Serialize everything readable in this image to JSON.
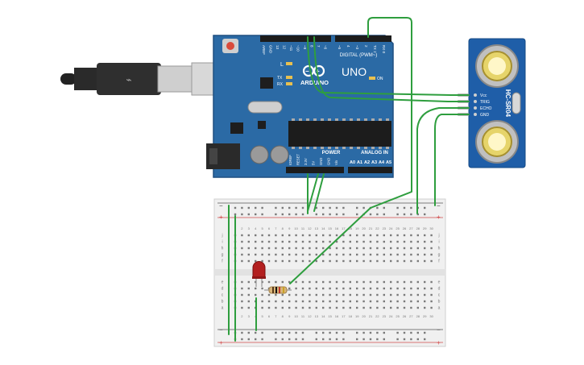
{
  "arduino": {
    "logo": "ARDUINO",
    "model": "UNO",
    "on_label": "ON",
    "l_label": "L",
    "tx_label": "TX",
    "rx_label": "RX",
    "digital_label": "DIGITAL (PWM~)",
    "power_label": "POWER",
    "analog_label": "ANALOG IN",
    "top_pins": [
      "AREF",
      "GND",
      "13",
      "12",
      "~11",
      "~10",
      "~9",
      "8",
      "7",
      "~6",
      "~5",
      "4",
      "~3",
      "2",
      "TX 1",
      "RX 0"
    ],
    "power_pins": [
      "IOREF",
      "RESET",
      "3.3V",
      "5V",
      "GND",
      "GND",
      "Vin"
    ],
    "analog_pins": [
      "A0",
      "A1",
      "A2",
      "A3",
      "A4",
      "A5"
    ]
  },
  "sensor": {
    "name": "HC-SR04",
    "pins": [
      "Vcc",
      "TRIG",
      "ECHO",
      "GND"
    ]
  },
  "breadboard": {
    "top_rail_minus": "−",
    "top_rail_plus": "+",
    "bottom_rail_minus": "−",
    "bottom_rail_plus": "+",
    "rows_top": [
      "j",
      "i",
      "h",
      "g",
      "f"
    ],
    "rows_bottom": [
      "e",
      "d",
      "c",
      "b",
      "a"
    ],
    "columns": 30
  },
  "colors": {
    "board": "#2b6aa5",
    "wire": "#2e9e3e",
    "sensor_board": "#1f5ea8",
    "breadboard": "#f0f0f0",
    "rail_red": "#d24a4a",
    "led": "#b32020"
  }
}
